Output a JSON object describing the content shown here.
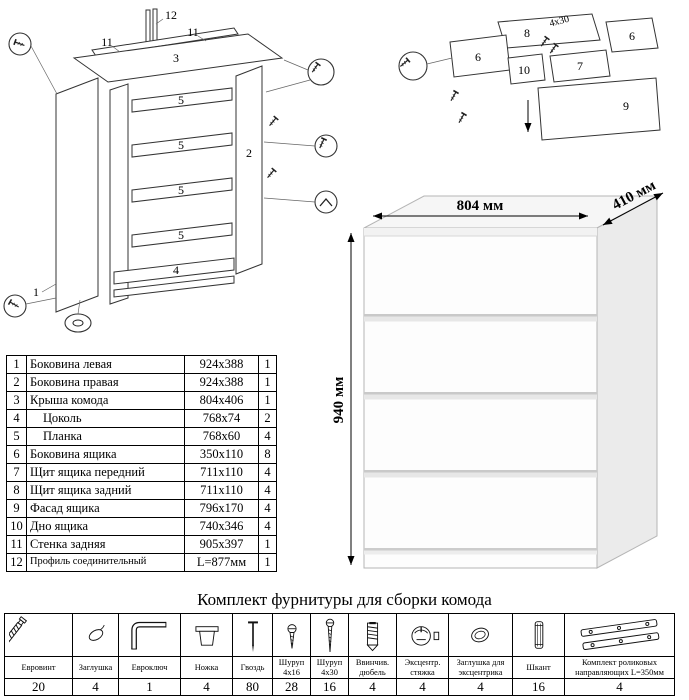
{
  "dimensions": {
    "width": "804 мм",
    "depth": "410 мм",
    "height": "940 мм"
  },
  "main_diagram": {
    "label_12": "12",
    "label_11a": "11",
    "label_11b": "11",
    "label_3": "3",
    "label_5a": "5",
    "label_5b": "5",
    "label_5c": "5",
    "label_5d": "5",
    "label_2": "2",
    "label_1": "1",
    "label_4": "4"
  },
  "drawer_diagram": {
    "label_8": "8",
    "label_4x30": "4x30",
    "label_6a": "6",
    "label_6b": "6",
    "label_7": "7",
    "label_10": "10",
    "label_9": "9"
  },
  "parts_table": {
    "rows": [
      {
        "num": "1",
        "name": "Боковина левая",
        "size": "924x388",
        "qty": "1"
      },
      {
        "num": "2",
        "name": "Боковина правая",
        "size": "924x388",
        "qty": "1"
      },
      {
        "num": "3",
        "name": "Крыша комода",
        "size": "804x406",
        "qty": "1"
      },
      {
        "num": "4",
        "name": "Цоколь",
        "size": "768x74",
        "qty": "2"
      },
      {
        "num": "5",
        "name": "Планка",
        "size": "768x60",
        "qty": "4"
      },
      {
        "num": "6",
        "name": "Боковина ящика",
        "size": "350x110",
        "qty": "8"
      },
      {
        "num": "7",
        "name": "Щит ящика передний",
        "size": "711x110",
        "qty": "4"
      },
      {
        "num": "8",
        "name": "Щит ящика задний",
        "size": "711x110",
        "qty": "4"
      },
      {
        "num": "9",
        "name": "Фасад ящика",
        "size": "796x170",
        "qty": "4"
      },
      {
        "num": "10",
        "name": "Дно ящика",
        "size": "740x346",
        "qty": "4"
      },
      {
        "num": "11",
        "name": "Стенка задняя",
        "size": "905x397",
        "qty": "1"
      },
      {
        "num": "12",
        "name": "Профиль соединительный",
        "size": "L=877мм",
        "qty": "1"
      }
    ]
  },
  "hardware": {
    "title": "Комплект фурнитуры для сборки комода",
    "items": [
      {
        "name": "Евровинт",
        "qty": "20",
        "icon": "euroscrew"
      },
      {
        "name": "Заглушка",
        "qty": "4",
        "icon": "cap"
      },
      {
        "name": "Евроключ",
        "qty": "1",
        "icon": "hex-key"
      },
      {
        "name": "Ножка",
        "qty": "4",
        "icon": "leg"
      },
      {
        "name": "Гвоздь",
        "qty": "80",
        "icon": "nail"
      },
      {
        "name": "Шуруп 4x16",
        "qty": "28",
        "icon": "screw-4x16"
      },
      {
        "name": "Шуруп 4x30",
        "qty": "16",
        "icon": "screw-4x30"
      },
      {
        "name": "Ввинчив. дюбель",
        "qty": "4",
        "icon": "screw-dowel"
      },
      {
        "name": "Эксцентр. стяжка",
        "qty": "4",
        "icon": "cam-lock"
      },
      {
        "name": "Заглушка для эксцентрика",
        "qty": "4",
        "icon": "cam-cap"
      },
      {
        "name": "Шкант",
        "qty": "16",
        "icon": "dowel"
      },
      {
        "name": "Комплект роликовых направляющих L=350мм",
        "qty": "4",
        "icon": "roller-guides"
      }
    ]
  }
}
